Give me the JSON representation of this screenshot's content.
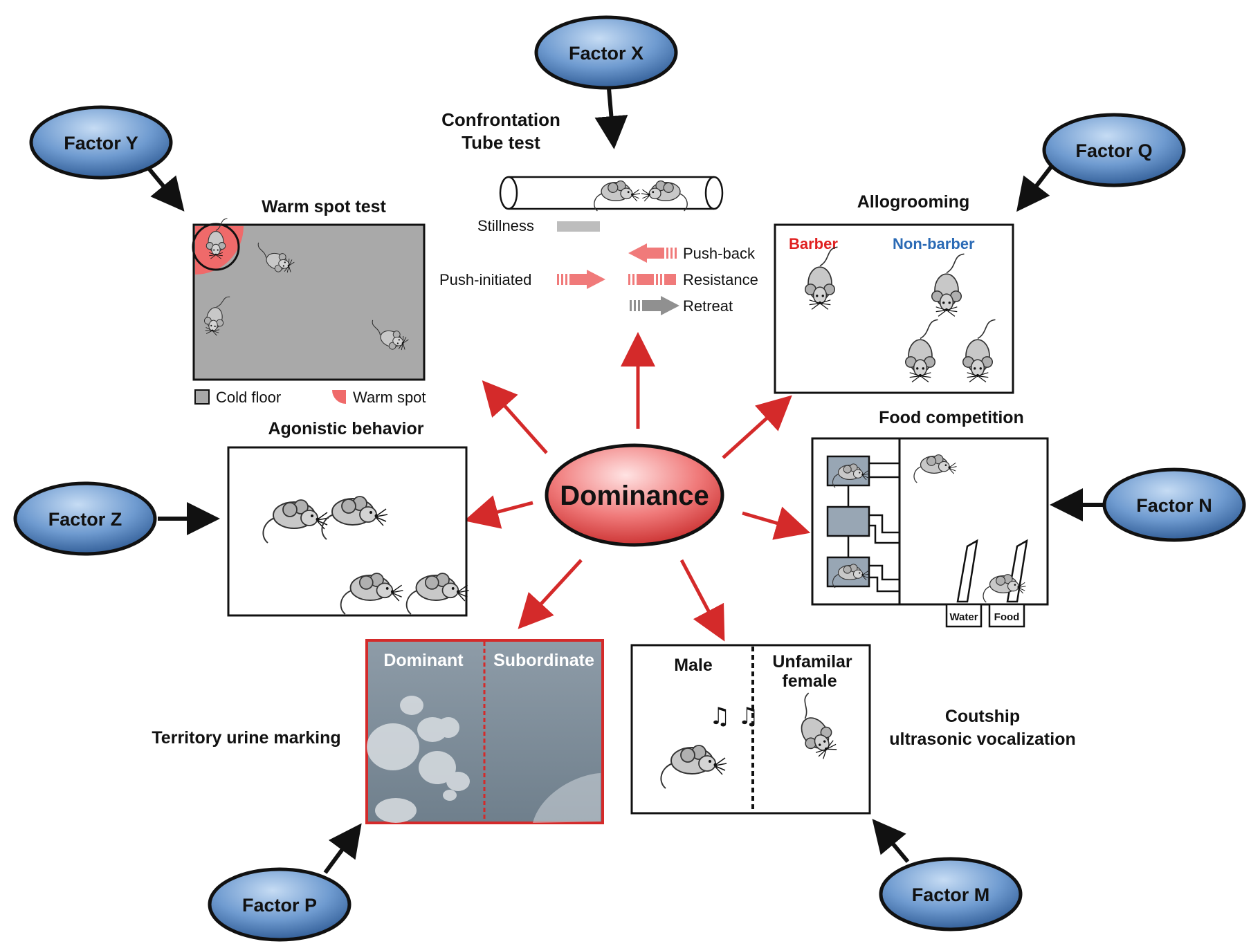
{
  "center": {
    "label": "Dominance"
  },
  "factors": {
    "x": "Factor X",
    "y": "Factor Y",
    "q": "Factor Q",
    "z": "Factor Z",
    "n": "Factor N",
    "p": "Factor P",
    "m": "Factor M"
  },
  "tube_test": {
    "title_line1": "Confrontation",
    "title_line2": "Tube test",
    "stillness": "Stillness",
    "push_initiated": "Push-initiated",
    "push_back": "Push-back",
    "resistance": "Resistance",
    "retreat": "Retreat"
  },
  "warm_spot": {
    "title": "Warm spot test",
    "legend_cold": "Cold floor",
    "legend_warm": "Warm spot"
  },
  "allogrooming": {
    "title": "Allogrooming",
    "barber": "Barber",
    "non_barber": "Non-barber"
  },
  "agonistic": {
    "title": "Agonistic behavior"
  },
  "food": {
    "title": "Food competition",
    "water": "Water",
    "food": "Food"
  },
  "urine": {
    "title": "Territory urine marking",
    "dominant": "Dominant",
    "subordinate": "Subordinate"
  },
  "courtship": {
    "male": "Male",
    "female_line1": "Unfamilar",
    "female_line2": "female",
    "title_line1": "Coutship",
    "title_line2": "ultrasonic vocalization"
  },
  "colors": {
    "factor_fill_top": "#a9c6e8",
    "factor_fill_bottom": "#2f5f98",
    "dominance_fill_top": "#ffd6d6",
    "dominance_fill_bottom": "#d83a3a",
    "arrow_red": "#d42a2a",
    "barber_red": "#e02020",
    "non_barber_blue": "#2a6ab5",
    "cold_floor": "#a9a9a9",
    "warm_spot": "#ef6a6a"
  }
}
